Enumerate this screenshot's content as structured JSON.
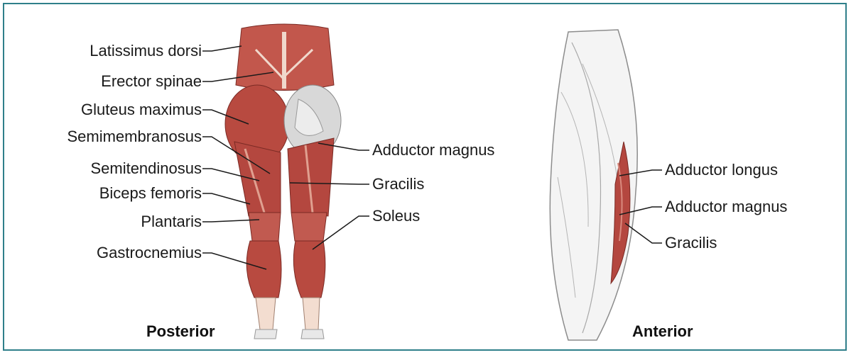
{
  "posterior": {
    "caption": "Posterior",
    "left_labels": [
      "Latissimus dorsi",
      "Erector spinae",
      "Gluteus maximus",
      "Semimembranosus",
      "Semitendinosus",
      "Biceps femoris",
      "Plantaris",
      "Gastrocnemius"
    ],
    "right_labels": [
      "Adductor magnus",
      "Gracilis",
      "Soleus"
    ]
  },
  "anterior": {
    "caption": "Anterior",
    "labels": [
      "Adductor longus",
      "Adductor magnus",
      "Gracilis"
    ]
  },
  "colors": {
    "frame": "#2f7f8a",
    "muscle": "#b4473f",
    "muscle_light": "#d98a7e",
    "skin": "#f3ddd0",
    "sketch": "#9a9a9a"
  }
}
